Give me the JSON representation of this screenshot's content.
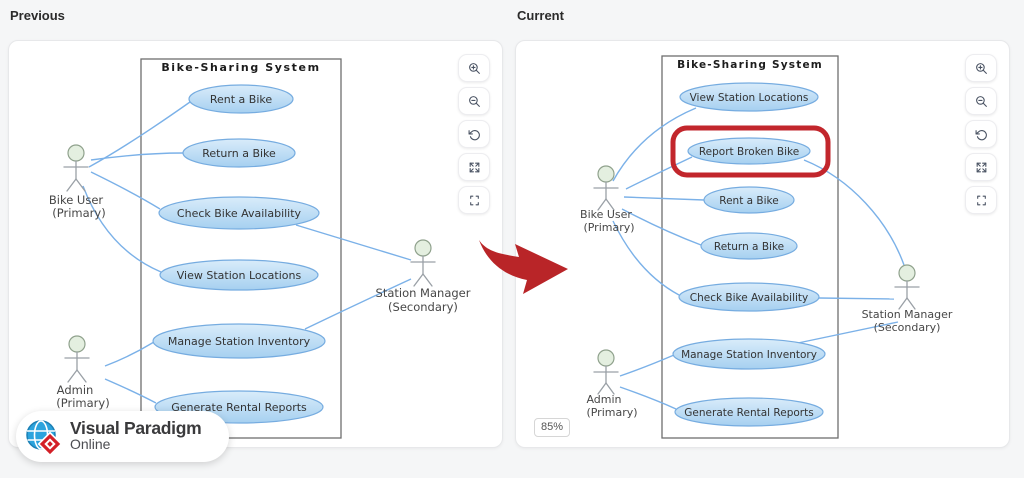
{
  "panels": [
    {
      "label": "Previous",
      "diagram": {
        "title": "Bike-Sharing System",
        "use_cases": [
          "Rent a Bike",
          "Return a Bike",
          "Check Bike Availability",
          "View Station Locations",
          "Manage Station Inventory",
          "Generate Rental Reports"
        ],
        "actors": [
          {
            "name": "Bike User",
            "role": "(Primary)"
          },
          {
            "name": "Admin",
            "role": "(Primary)"
          },
          {
            "name": "Station Manager",
            "role": "(Secondary)"
          }
        ]
      }
    },
    {
      "label": "Current",
      "zoom_level": "85%",
      "highlighted_use_case": "Report Broken Bike",
      "diagram": {
        "title": "Bike-Sharing System",
        "use_cases": [
          "View Station Locations",
          "Report Broken Bike",
          "Rent a Bike",
          "Return a Bike",
          "Check Bike Availability",
          "Manage Station Inventory",
          "Generate Rental Reports"
        ],
        "actors": [
          {
            "name": "Bike User",
            "role": "(Primary)"
          },
          {
            "name": "Admin",
            "role": "(Primary)"
          },
          {
            "name": "Station Manager",
            "role": "(Secondary)"
          }
        ]
      }
    }
  ],
  "zoom_controls": {
    "zoom_in": "Zoom in",
    "zoom_out": "Zoom out",
    "reset": "Reset view",
    "expand": "Expand",
    "fullscreen": "Fullscreen"
  },
  "logo": {
    "brand": "Visual Paradigm",
    "product": "Online"
  },
  "colors": {
    "highlight_red": "#c2262c",
    "arrow_red": "#b92528",
    "use_case_fill_top": "#d9ecfa",
    "use_case_fill_bottom": "#a6d0f0",
    "use_case_stroke": "#76ace0",
    "connector_blue": "#7bb1e8",
    "actor_head_fill": "#e4efe0",
    "page_background": "#f5f6f7"
  }
}
